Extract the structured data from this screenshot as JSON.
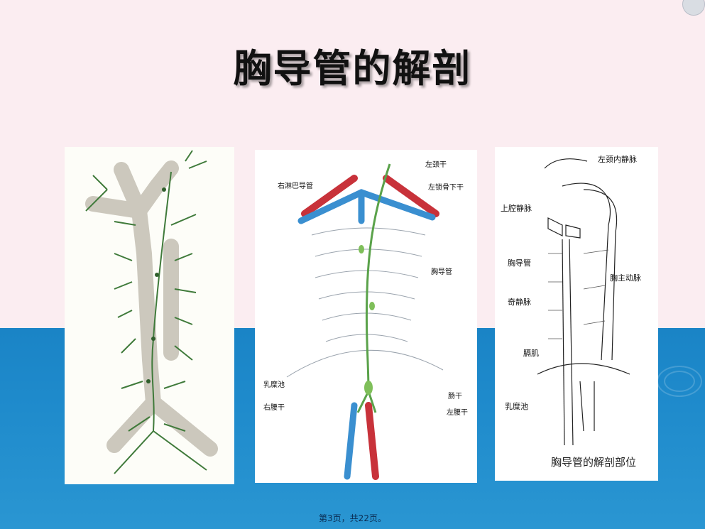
{
  "slide": {
    "title": "胸导管的解剖",
    "footer": "第3页，共22页。"
  },
  "figure2": {
    "labels": {
      "left_jugular": "左颈干",
      "right_lymph_duct": "右淋巴导管",
      "left_subclavian": "左锁骨下干",
      "thoracic_duct": "胸导管",
      "cisterna_chyli": "乳糜池",
      "intestinal_trunk": "肠干",
      "right_lumbar": "右腰干",
      "left_lumbar": "左腰干"
    }
  },
  "figure3": {
    "labels": {
      "left_internal_jugular": "左颈内静脉",
      "svc": "上腔静脉",
      "thoracic_duct": "胸导管",
      "thoracic_aorta": "胸主动脉",
      "azygos": "奇静脉",
      "diaphragm": "膈肌",
      "cisterna_chyli": "乳糜池"
    },
    "caption": "胸导管的解剖部位"
  },
  "colors": {
    "top_background": "#fbedf1",
    "bottom_background": "#1f8bcc",
    "lymph_green": "#3f7a3a",
    "vein_blue": "#3a8fd0",
    "artery_red": "#c8323a"
  }
}
